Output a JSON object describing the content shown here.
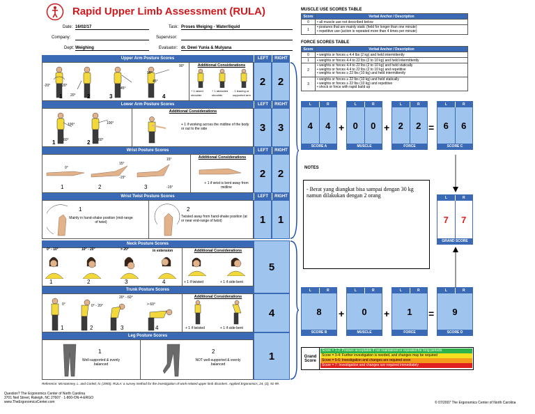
{
  "header": {
    "title": "Rapid Upper Limb Assessment (RULA)",
    "date_label": "Date:",
    "date_value": "16/02/17",
    "task_label": "Task:",
    "task_value": "Proses Weiging - Water/liquid",
    "company_label": "Company:",
    "company_value": "",
    "supervisor_label": "Supervisor:",
    "supervisor_value": "",
    "dept_label": "Dept:",
    "dept_value": "Weighing",
    "evaluator_label": "Evaluator:",
    "evaluator_value": "dr. Dewi Yunia & Mulyana"
  },
  "sections": {
    "left_label": "LEFT",
    "right_label": "RIGHT",
    "upper_arm": {
      "title": "Upper Arm Posture Scores",
      "left": "2",
      "right": "2",
      "angles": [
        "-20°",
        "20°",
        "20°",
        "45°",
        "45°",
        "90°",
        "90°"
      ],
      "labels": [
        "1",
        "2",
        "3",
        "4"
      ],
      "addcon": "Additional Considerations",
      "notes": [
        "+ 1 raised shoulder",
        "+ 1 abducted shoulder",
        "- 1 leaning or supported arm"
      ]
    },
    "lower_arm": {
      "title": "Lower Arm Posture Scores",
      "left": "3",
      "right": "3",
      "angles": [
        "100°",
        "60°",
        "100°",
        "60°"
      ],
      "labels": [
        "1",
        "2"
      ],
      "addcon": "Additional Considerations",
      "note": "+ 1 if working across the midline of the body or out to the side"
    },
    "wrist": {
      "title": "Wrist Posture Scores",
      "left": "2",
      "right": "2",
      "angles": [
        "0°",
        "15°",
        "-15°",
        "15°",
        "-15°"
      ],
      "labels": [
        "1",
        "2",
        "3"
      ],
      "addcon": "Additional Considerations",
      "note": "+ 1 if wrist is bent away from midline"
    },
    "wrist_twist": {
      "title": "Wrist Twist Posture Scores",
      "left": "1",
      "right": "1",
      "opt1_num": "1",
      "opt1_text": "Mainly in hand-shake position (mid-range of twist)",
      "opt2_num": "2",
      "opt2_text": "Twisted away from hand-shake position (at or near end-range of twist)"
    },
    "neck": {
      "title": "Neck Posture Scores",
      "score": "5",
      "angles": [
        "0° - 10°",
        "10° - 20°",
        "> 20°",
        "in extension"
      ],
      "labels": [
        "1",
        "2",
        "3",
        "4"
      ],
      "addcon": "Additional Considerations",
      "notes": [
        "+ 1 if twisted",
        "+ 1 if side-bent"
      ]
    },
    "trunk": {
      "title": "Trunk Posture Scores",
      "score": "4",
      "angles": [
        "0°",
        "0° - 20°",
        "20° - 60°",
        "> 60°"
      ],
      "labels": [
        "1",
        "2",
        "3",
        "4"
      ],
      "addcon": "Additional Considerations",
      "notes": [
        "+ 1 if twisted",
        "+ 1 if side-bent"
      ]
    },
    "leg": {
      "title": "Leg Posture Scores",
      "score": "1",
      "opt1_num": "1",
      "opt1_text": "Well-supported & evenly balanced",
      "opt2_num": "2",
      "opt2_text": "NOT well-supported & evenly balanced"
    }
  },
  "reference": "Reference: McAtamney, L. and Corlett, N. (1993). RULA: a survey method for the investigation of work-related upper limb disorders. Applied Ergonomics, 24, (2), 91-99.",
  "footer": {
    "line1": "Question? The Ergonomics Center of North Carolina",
    "line2": "3701 Neil Street, Raleigh, NC 27607 · 1-800-ON-4-ERGO",
    "line3": "www.TheErgonomicsCenter.com",
    "copyright": "© 07/2007 The Ergonomics Center of North Carolina"
  },
  "muscle_table": {
    "title": "MUSCLE USE SCORES TABLE",
    "col1": "Score",
    "col2": "Verbal Anchor / Description",
    "rows": [
      {
        "score": "0",
        "desc": "• all muscle use not described below"
      },
      {
        "score": "1",
        "desc": "• postures that are mainly static (held for longer than one minute)\n• repetitive use (action is repeated more than 4 times per minute)"
      }
    ]
  },
  "force_table": {
    "title": "FORCE SCORES TABLE",
    "col1": "Score",
    "col2": "Verbal Anchor / Description",
    "rows": [
      {
        "score": "0",
        "desc": "• weights or forces ≤ 4.4 lbs (2 kg) and held intermittently"
      },
      {
        "score": "1",
        "desc": "• weights or forces 4.4 to 22 lbs (2 to 10 kg) and held intermittently"
      },
      {
        "score": "2",
        "desc": "• weights or forces 4.4 to 22 lbs (2 to 10 kg) and held statically\n• weights or forces 4.4 to 22 lbs (2 to 10 kg) and repetitive\n• weights or forces ≥ 22 lbs (10 kg) and held intermittently"
      },
      {
        "score": "3",
        "desc": "• weights or forces ≥ 22 lbs (10 kg) and held statically\n• weights or forces ≥ 22 lbs (10 kg) and repetitive\n• shock or force with rapid build up"
      }
    ]
  },
  "scores_top": {
    "l": "L",
    "r": "R",
    "a": {
      "l": "4",
      "r": "4",
      "label": "SCORE A"
    },
    "muscle": {
      "l": "0",
      "r": "0",
      "label": "MUSCLE"
    },
    "force": {
      "l": "2",
      "r": "2",
      "label": "FORCE"
    },
    "c": {
      "l": "6",
      "r": "6",
      "label": "SCORE C"
    },
    "plus": "+",
    "eq": "="
  },
  "notes": {
    "title": "NOTES",
    "text": "- Berat yang diangkat bisa sampai dengan 30 kg namun dilakukan dengan 2 orang"
  },
  "grand": {
    "l": "7",
    "r": "7",
    "label": "GRAND SCORE"
  },
  "scores_bottom": {
    "b": {
      "v": "8",
      "label": "SCORE B"
    },
    "muscle": {
      "v": "0",
      "label": "MUSCLE"
    },
    "force": {
      "v": "1",
      "label": "FORCE"
    },
    "d": {
      "v": "9",
      "label": "SCORE D"
    }
  },
  "legend": {
    "label1": "Grand",
    "label2": "Score",
    "rows": [
      {
        "text": "Score = 1-2: Posture acceptable if not maintained or repeated for long periods",
        "color": "#2db34a"
      },
      {
        "text": "Score = 3-4: Further investigation is needed, and changes may be required",
        "color": "#f4e020"
      },
      {
        "text": "Score = 5-6: Investigation and changes are required soon",
        "color": "#f39a1e"
      },
      {
        "text": "Score = 7: Investigation and changes are required immediately",
        "color": "#e0201c"
      }
    ]
  }
}
